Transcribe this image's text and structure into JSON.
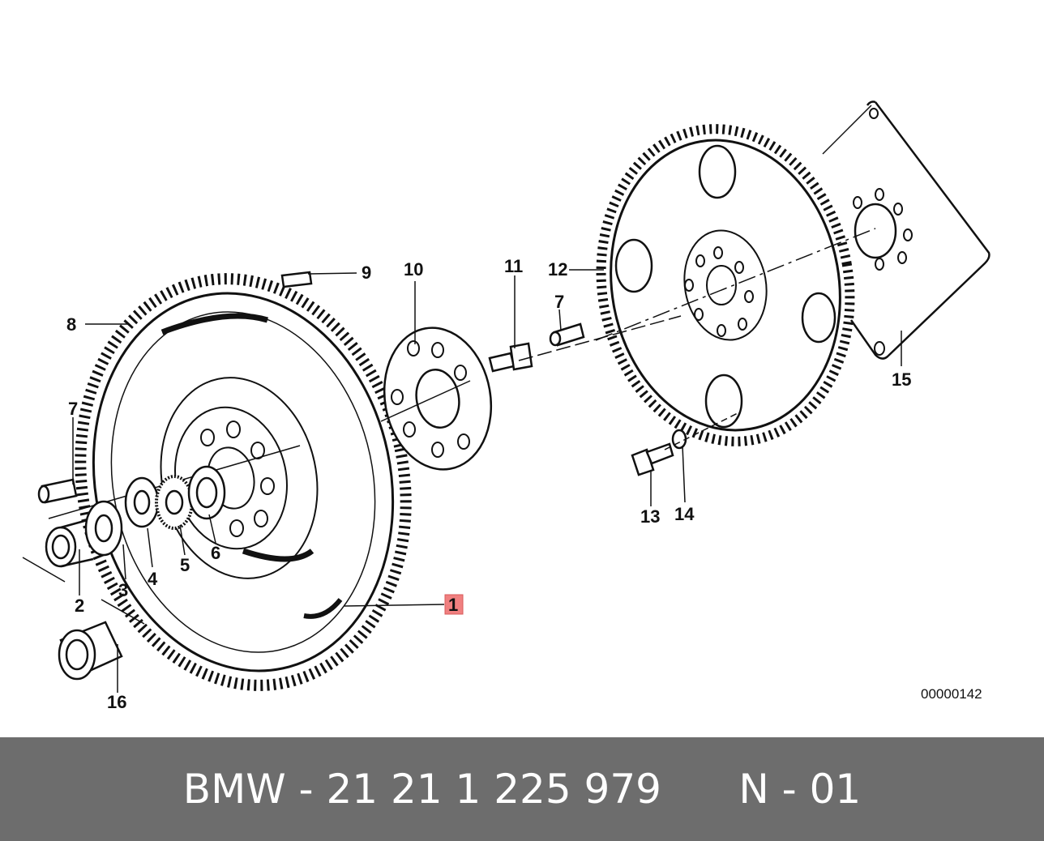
{
  "callouts": {
    "c1": "1",
    "c2": "2",
    "c3": "3",
    "c4": "4",
    "c5": "5",
    "c6": "6",
    "c7a": "7",
    "c7b": "7",
    "c8": "8",
    "c9": "9",
    "c10": "10",
    "c11": "11",
    "c12": "12",
    "c13": "13",
    "c14": "14",
    "c15": "15",
    "c16": "16"
  },
  "highlight_color": "#f08080",
  "diagram_code": "00000142",
  "footer": {
    "part_number": "BMW - 21 21 1 225 979      N - 01",
    "background": "#6d6d6d"
  }
}
